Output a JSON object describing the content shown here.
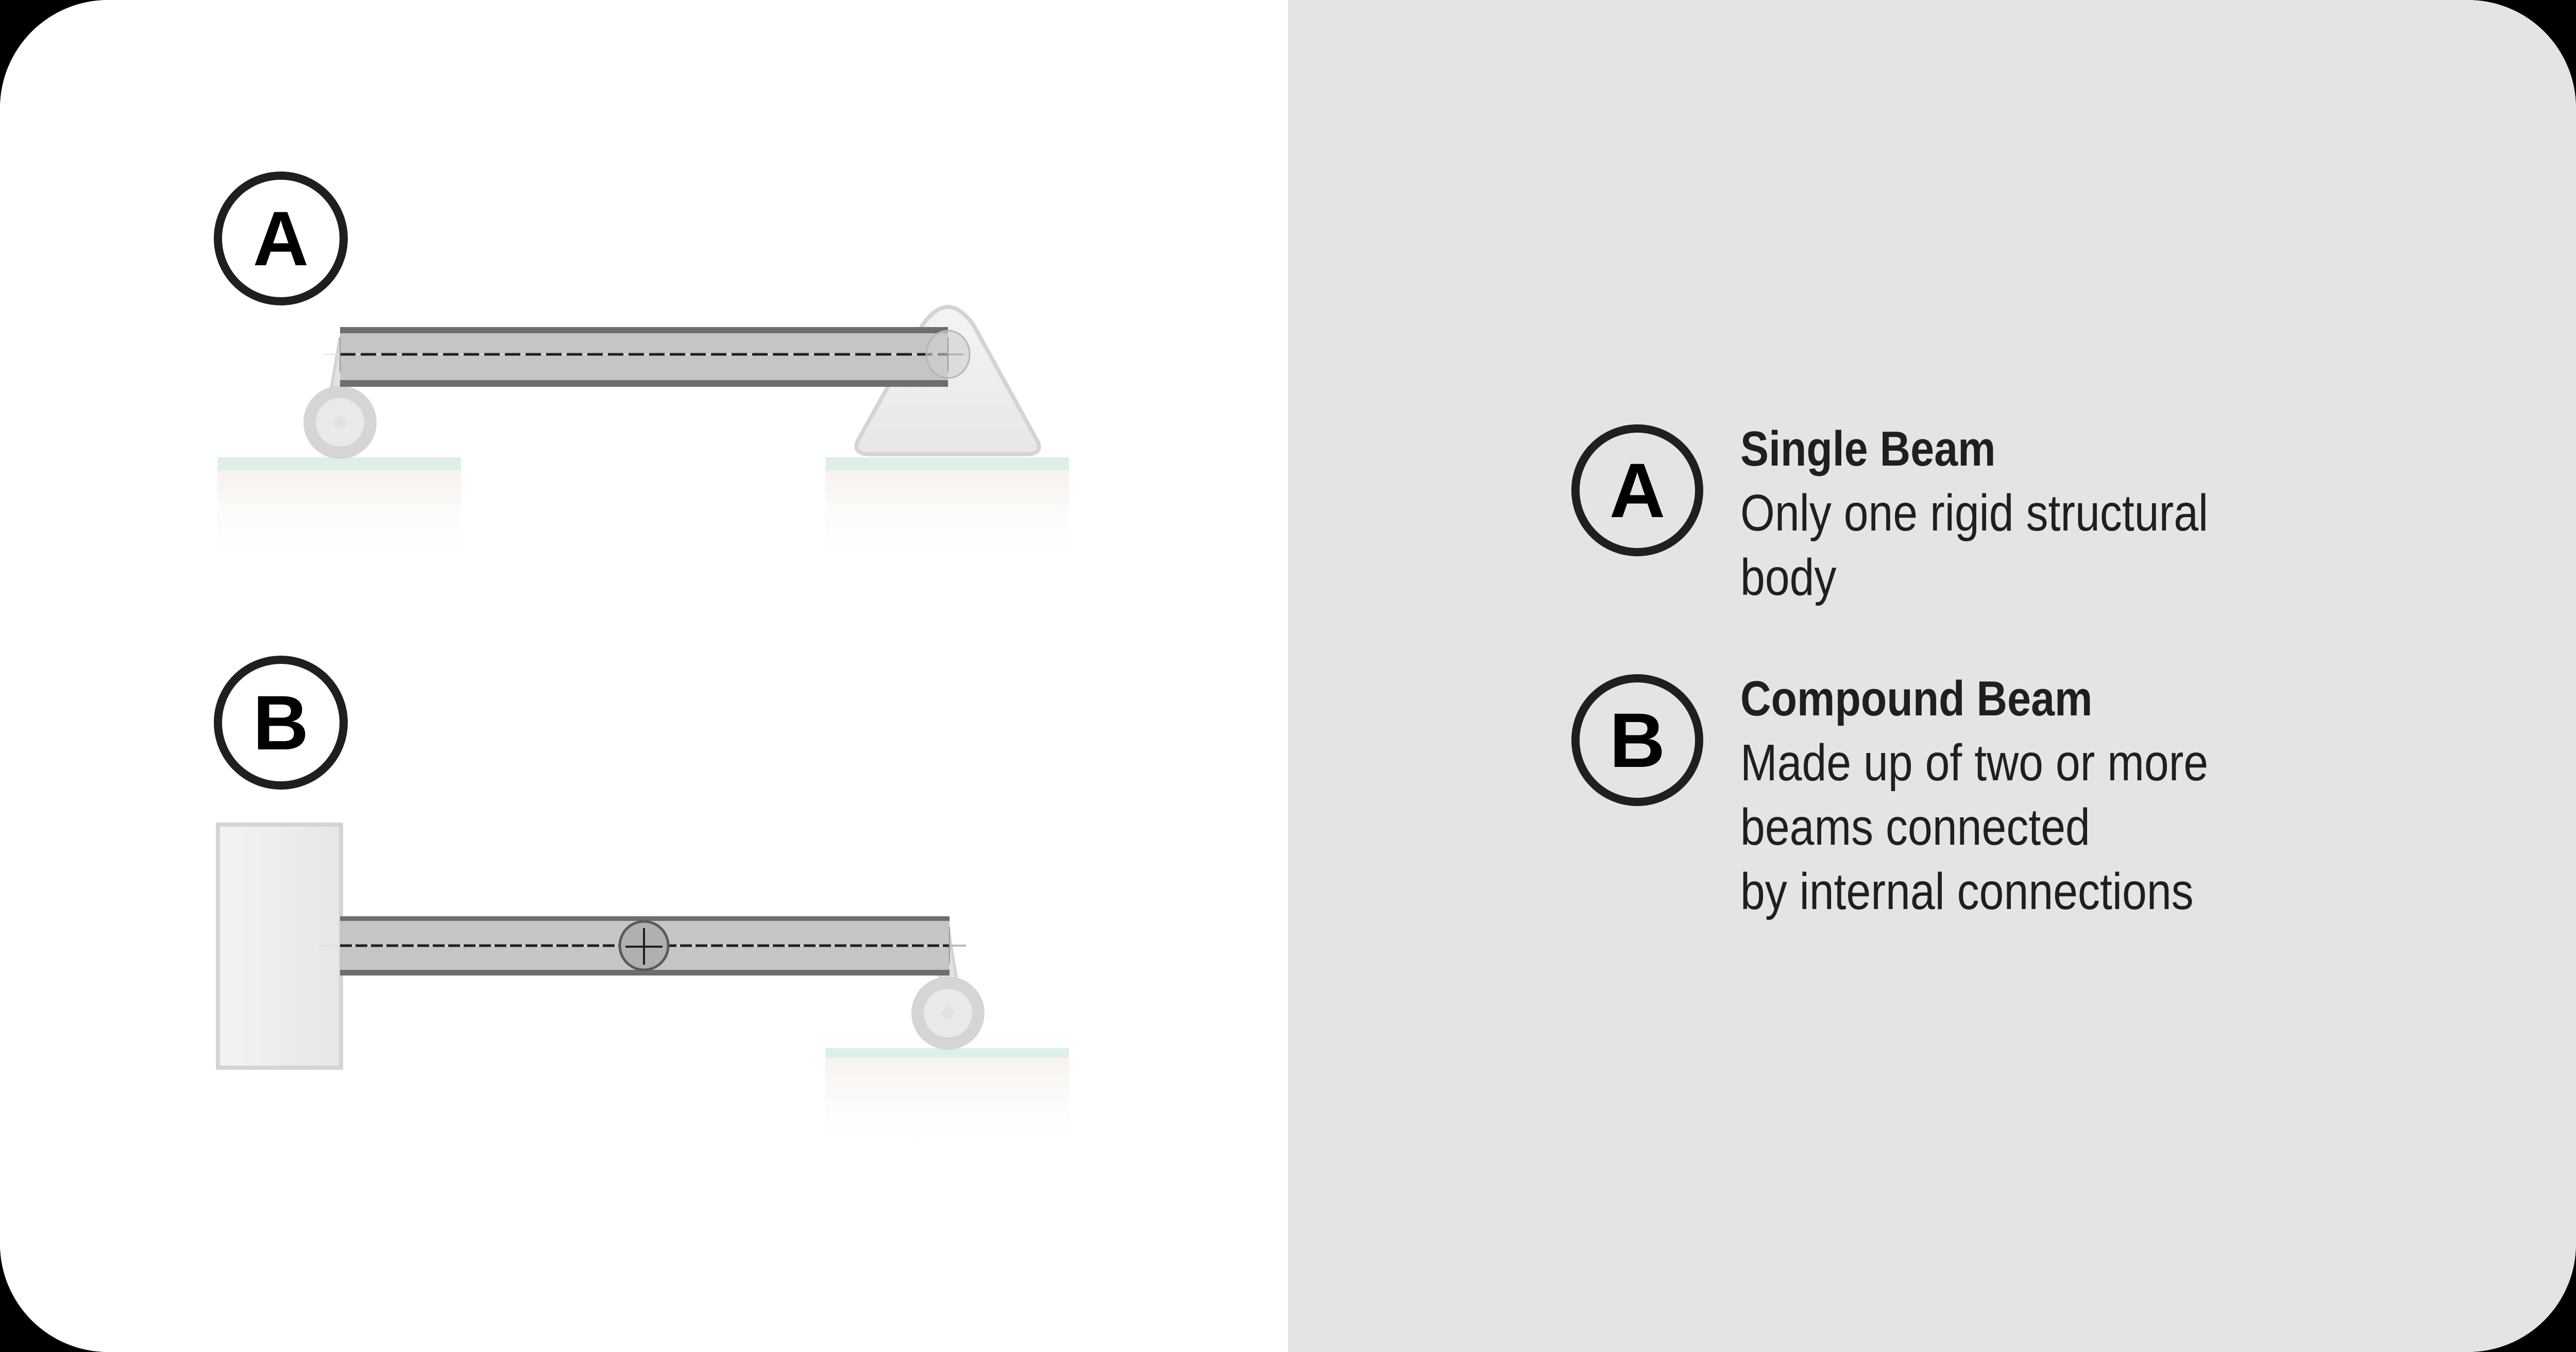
{
  "panel_left": {
    "diagram_a": {
      "badge": "A",
      "left_support": "roller",
      "right_support": "pin"
    },
    "diagram_b": {
      "badge": "B",
      "left_support": "fixed-wall",
      "internal_connection": "hinge",
      "right_support": "roller"
    }
  },
  "legend": {
    "items": [
      {
        "badge": "A",
        "title": "Single Beam",
        "lines": [
          "Only one rigid structural",
          "body"
        ]
      },
      {
        "badge": "B",
        "title": "Compound Beam",
        "lines": [
          "Made up of two or more",
          "beams connected",
          "by internal connections"
        ]
      }
    ]
  },
  "colors": {
    "right_panel_bg": "#e5e4e2",
    "beam_fill": "#c5c5c3",
    "beam_edge": "#6e6e6c",
    "support_fill": "#ebebeb",
    "support_stroke": "#d4d4d4",
    "ground_top": "#ddf0e6",
    "ground_fill": "#f6f2ec",
    "text": "#1f1f1d"
  }
}
